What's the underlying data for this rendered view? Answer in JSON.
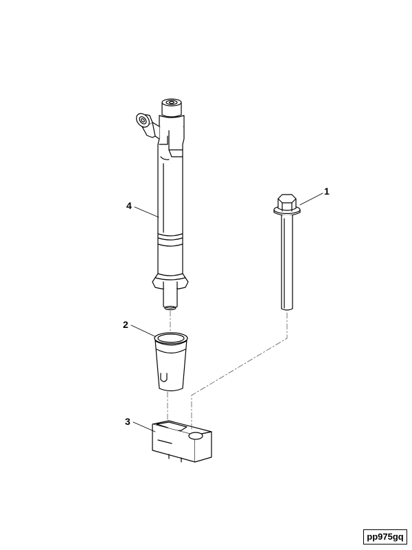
{
  "callouts": {
    "bolt": "1",
    "sleeve": "2",
    "clamp": "3",
    "injector": "4"
  },
  "reference_code": "pp975gq"
}
